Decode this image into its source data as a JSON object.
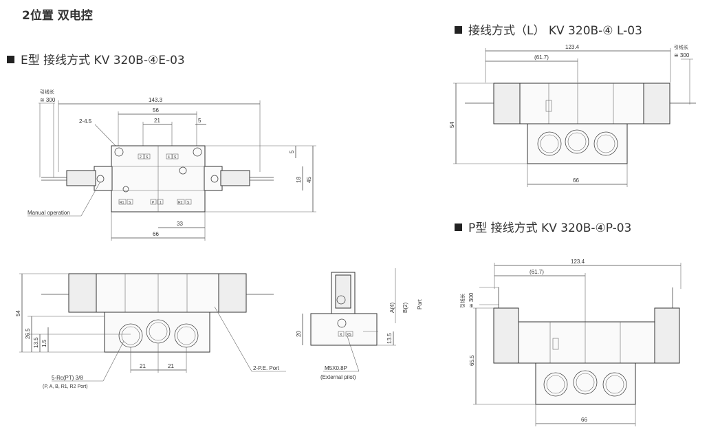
{
  "title": "2位置 双电控",
  "sections": {
    "e_type": "E型 接线方式 KV 320B-④E-03",
    "l_type": "接线方式（L） KV 320B-④ L-03",
    "p_type": "P型 接线方式 KV 320B-④P-03"
  },
  "labels": {
    "lead_len": "引线长",
    "lead_300": "≅ 300",
    "manual": "Manual  operation",
    "hole": "2-4.5",
    "ports5": "5-Rc(PT)  3/8",
    "ports5_sub": "(P, A, B, R1, R2 Port)",
    "pe_port": "2-P.E. Port",
    "m5": "M5X0.8P",
    "ext_pilot": "(External  pilot)",
    "a4": "A(4)",
    "b2": "B(2)",
    "port": "Port"
  },
  "markers": {
    "r1": "R1",
    "s": "S",
    "p": "P",
    "one": "1",
    "r2": "R2",
    "two": "2",
    "four": "4",
    "x": "X",
    "xs": "XS"
  },
  "dims": {
    "d143": "143.3",
    "d56": "56",
    "d21": "21",
    "d5": "5",
    "d18": "18",
    "d45": "45",
    "d33": "33",
    "d66": "66",
    "d54": "54",
    "d265": "26.5",
    "d135": "13.5",
    "d15": "1.5",
    "d20": "20",
    "d1234": "123.4",
    "d617": "(61.7)",
    "d655": "65.5"
  }
}
